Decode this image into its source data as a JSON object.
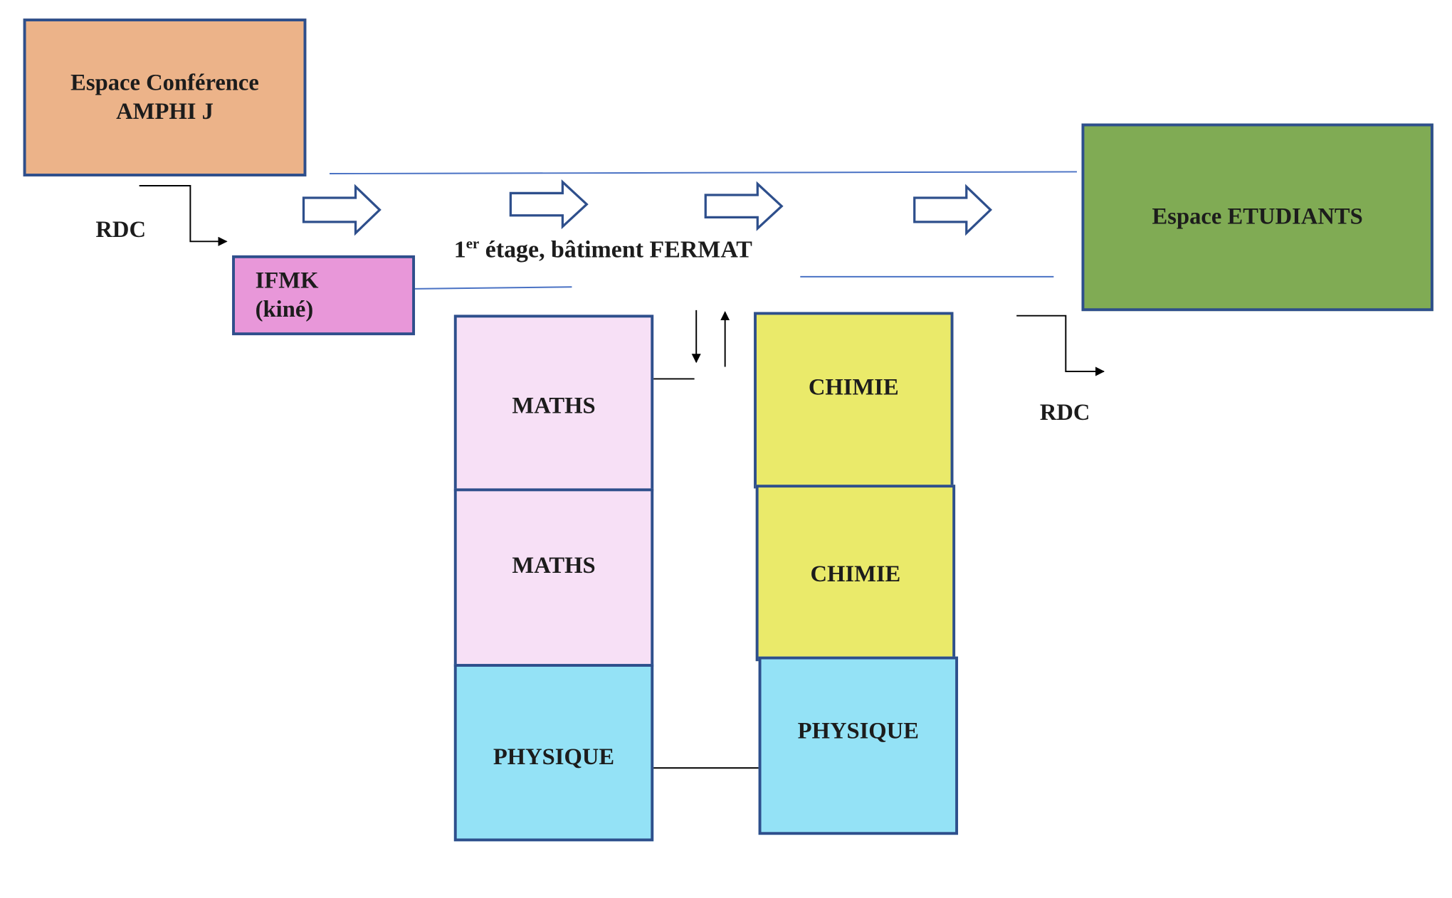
{
  "colors": {
    "border": "#2e4f8c",
    "conference": "#ecb389",
    "etudiants": "#80ab54",
    "ifmk": "#e897d9",
    "maths": "#f7e0f6",
    "chimie": "#eaea6a",
    "physique": "#94e2f6"
  },
  "boxes": {
    "conference": {
      "line1": "Espace Conférence",
      "line2": "AMPHI J"
    },
    "etudiants": "Espace ETUDIANTS",
    "ifmk": {
      "line1": "IFMK",
      "line2": "(kiné)"
    },
    "maths_top": "MATHS",
    "maths_bottom": "MATHS",
    "physique_left": "PHYSIQUE",
    "chimie_top": "CHIMIE",
    "chimie_bottom": "CHIMIE",
    "physique_right": "PHYSIQUE"
  },
  "labels": {
    "rdc_left": "RDC",
    "rdc_right": "RDC",
    "floor_number": "1",
    "floor_superscript": "er",
    "floor_text": " étage, bâtiment FERMAT"
  }
}
